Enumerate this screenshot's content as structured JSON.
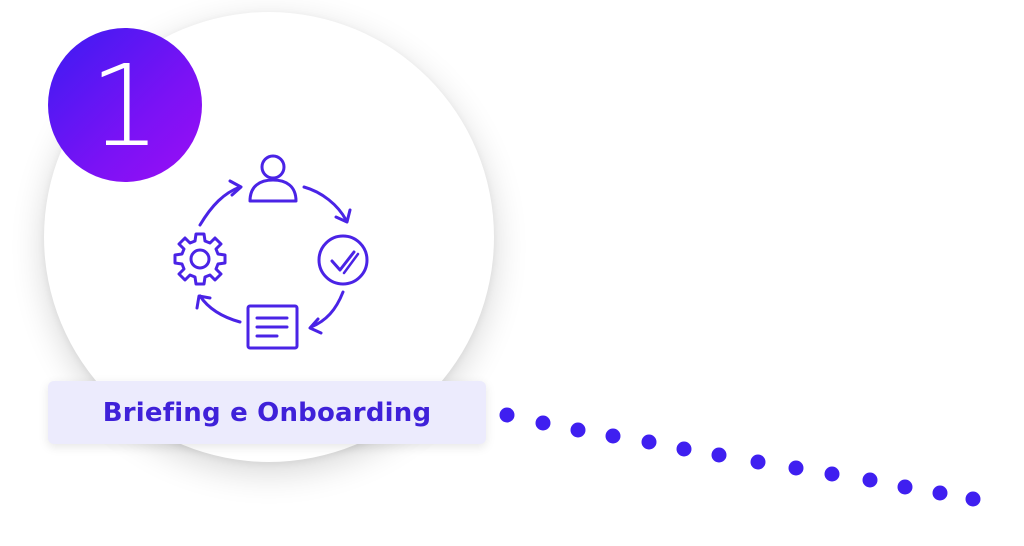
{
  "step": {
    "number": "1",
    "title": "Briefing e Onboarding"
  },
  "icons": {
    "cycle": "process-cycle-icon",
    "user": "user-icon",
    "check": "check-circle-icon",
    "document": "document-icon",
    "gear": "gear-icon",
    "trail": "dotted-trail"
  },
  "colors": {
    "accent": "#4a23e6",
    "badge_start": "#3b1cf2",
    "badge_end": "#9b0ef5",
    "label_bg": "#ecebfd",
    "label_text": "#3f21d9",
    "dots": "#3f1ff0"
  }
}
